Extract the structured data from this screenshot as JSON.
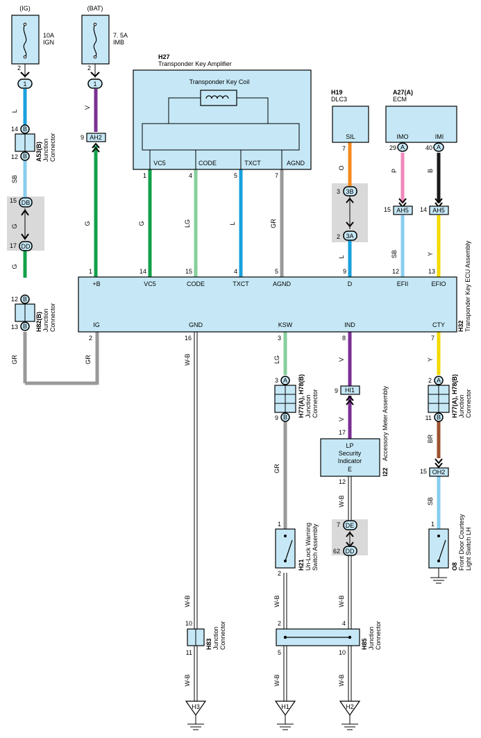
{
  "power": {
    "ig_label": "(IG)",
    "bat_label": "(BAT)",
    "ig_fuse": [
      "10A",
      "IGN"
    ],
    "bat_fuse": [
      "7. 5A",
      "IMB"
    ]
  },
  "h27": {
    "id": "H27",
    "name": "Transponder Key Amplifier",
    "coil": "Transponder Key Coil",
    "terms": [
      "VC5",
      "CODE",
      "TXCT",
      "AGND"
    ],
    "pins": [
      "1",
      "4",
      "5",
      "7"
    ]
  },
  "h19": {
    "id": "H19",
    "name": "DLC3",
    "term": "SIL",
    "pin": "7"
  },
  "a27": {
    "id": "A27(A)",
    "name": "ECM",
    "terms": [
      "IMO",
      "IMI"
    ],
    "pins": [
      "29",
      "40"
    ],
    "pin_letters": [
      "A",
      "A"
    ]
  },
  "h32": {
    "id": "H32",
    "name": "Transponder Key ECU Assembly",
    "top_terms": [
      "+B",
      "VC5",
      "CODE",
      "TXCT",
      "AGND",
      "D",
      "EFII",
      "EFIO"
    ],
    "top_pins": [
      "1",
      "14",
      "15",
      "4",
      "5",
      "9",
      "12",
      "13"
    ],
    "bot_terms": [
      "IG",
      "GND",
      "KSW",
      "IND",
      "CTY"
    ],
    "bot_pins": [
      "2",
      "16",
      "3",
      "8",
      "7"
    ]
  },
  "wires": {
    "ig_top": "L",
    "ig_mid": "SB",
    "ig_g1": "G",
    "ig_g2": "G",
    "ig_gr": "GR",
    "ig_gr2": "GR",
    "bat": "V",
    "bat_g": "G",
    "vc5": "G",
    "code": "LG",
    "txct": "L",
    "agnd": "GR",
    "sil": "O",
    "d": "L",
    "efii": "P",
    "efii2": "SB",
    "efio": "B",
    "efio2": "Y",
    "gnd": "W-B",
    "gnd2": "W-B",
    "ksw": "LG",
    "ksw2": "GR",
    "ksw3": "W-B",
    "ksw4": "W-B",
    "ind": "V",
    "ind2": "V",
    "ind3": "W-B",
    "ind4": "W-B",
    "cty": "Y",
    "cty2": "BR",
    "cty3": "SB"
  },
  "conn": {
    "a53": {
      "id": "A53(B)",
      "name": [
        "Junction",
        "Connector"
      ],
      "pins": [
        "14",
        "12"
      ],
      "letter": "B"
    },
    "ig_dd": {
      "pins": [
        "15",
        "17"
      ],
      "letters": [
        "DB",
        "DD"
      ]
    },
    "h82": {
      "id": "H82(B)",
      "name": [
        "Junction",
        "Connector"
      ],
      "pins": [
        "12",
        "13"
      ],
      "letter": "B"
    },
    "ah2": {
      "pin": "9",
      "label": "AH2"
    },
    "sil_3": {
      "pins": [
        "3",
        "2"
      ],
      "letters": [
        "3B",
        "3A"
      ]
    },
    "ah5a": {
      "pin": "15",
      "label": "AH5"
    },
    "ah5b": {
      "pin": "14",
      "label": "AH5"
    },
    "h77a": {
      "id": "H77(A), H78(B)",
      "name": [
        "Junction",
        "Connector"
      ],
      "pins": [
        "3",
        "9"
      ],
      "letters": [
        "A",
        "B"
      ]
    },
    "hi1": {
      "pin": "9",
      "label": "HI1"
    },
    "h77b": {
      "id": "H77(A), H78(B)",
      "name": [
        "Junction",
        "Connector"
      ],
      "pins": [
        "2",
        "11"
      ],
      "letters": [
        "A",
        "B"
      ]
    },
    "oh2": {
      "pin": "15",
      "label": "OH2"
    },
    "h83": {
      "id": "H83",
      "name": [
        "Junction",
        "Connector"
      ],
      "pins": [
        "10",
        "11"
      ]
    },
    "h85": {
      "id": "H85",
      "name": [
        "Junction",
        "Connector"
      ],
      "pins": [
        "2",
        "4",
        "5",
        "10"
      ]
    },
    "de": {
      "pins": [
        "7",
        "62"
      ],
      "letters": [
        "DE",
        "DD"
      ]
    },
    "ig_pin": "2",
    "bat_pin": "2",
    "ig_oval": "1",
    "bat_oval": "1"
  },
  "i22": {
    "id": "I22",
    "name": "Accessory Meter Assembly",
    "lines": [
      "LP",
      "Security",
      "Indicator",
      "E"
    ],
    "pins": [
      "17",
      "12"
    ]
  },
  "h21": {
    "id": "H21",
    "name": [
      "Un-Lock Warning",
      "Switch Assembly"
    ],
    "pins": [
      "1",
      "2"
    ]
  },
  "o8": {
    "id": "O8",
    "name": [
      "Front Door Courtesy",
      "Light Switch LH"
    ],
    "pin": "1"
  },
  "grounds": [
    "H3",
    "H1",
    "H2"
  ],
  "colors": {
    "box": "#c6e8f6",
    "L": "#1aa0dc",
    "SB": "#88cdef",
    "G": "#12a04a",
    "GR": "#999999",
    "V": "#7b2f94",
    "LG": "#86cf9c",
    "O": "#f58a1f",
    "P": "#ef8ab9",
    "B": "#1a1a1a",
    "Y": "#f4d900",
    "BR": "#9c5230",
    "WB": "#ffffff"
  }
}
